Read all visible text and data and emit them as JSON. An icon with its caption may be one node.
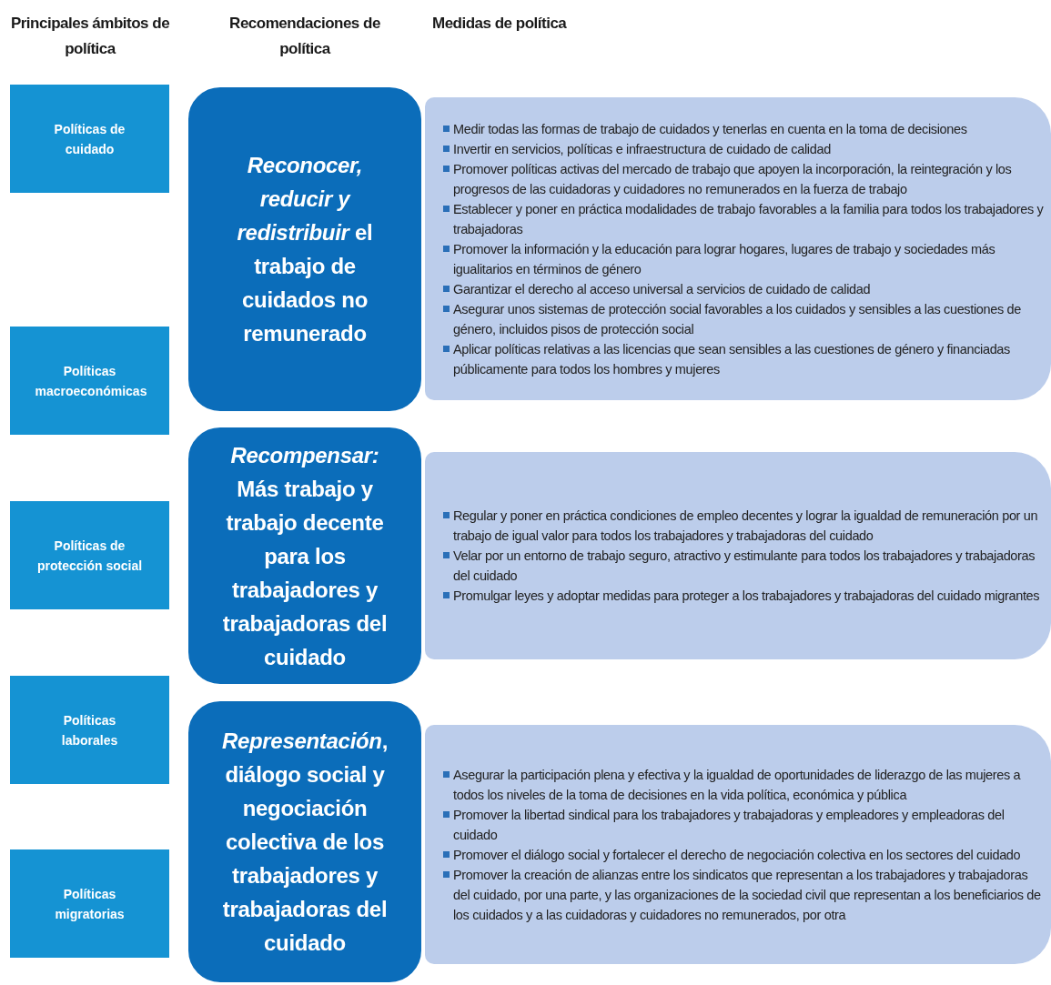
{
  "diagram": {
    "nodes": [
      {
        "text": [
          "Políticas de cuidado"
        ]
      },
      {
        "text": [
          "Políticas macroeconómicas"
        ]
      },
      {
        "text": [
          "Políticas de protección social"
        ]
      },
      {
        "text": [
          "Políticas laborales"
        ]
      },
      {
        "text": [
          "Políticas migratorias"
        ]
      },
      {
        "text": [
          "*Reconocer, reducir y redistribuir* el trabajo de cuidados no remunerado"
        ]
      },
      {
        "text": [
          "*Recompensar:* Más trabajo y trabajo decente para los trabajadores y trabajadoras del cuidado"
        ]
      },
      {
        "text": [
          "*Representación*, diálogo social y negociación colectiva de los trabajadores y trabajadoras del cuidado"
        ]
      },
      {
        "text": [
          "Medir todas las formas de trabajo de cuidados y tenerlas en cuenta en la toma de decisiones",
          "Invertir en servicios, políticas e infraestructura de cuidado de calidad",
          "Promover políticas activas del mercado de trabajo que apoyen la incorporación, la reintegración y los progresos de las cuidadoras y cuidadores no remunerados en la fuerza de trabajo",
          "Establecer y poner en práctica modalidades de trabajo favorables a la familia para todos los trabajadores y trabajadoras",
          "Promover la información y la educación para lograr hogares, lugares de trabajo y sociedades más igualitarios en términos de género",
          "Garantizar el derecho al acceso universal a servicios de cuidado de calidad",
          "Asegurar unos sistemas de protección social favorables a los cuidados y sensibles a las cuestiones de género, incluidos pisos de protección social",
          "Aplicar políticas relativas a las licencias que sean sensibles a las cuestiones de género y financiadas públicamente para todos los hombres y mujeres"
        ]
      },
      {
        "text": [
          "Regular y poner en práctica condiciones de empleo decentes y lograr la igualdad de remuneración por un trabajo de igual valor para todos los trabajadores y trabajadoras del cuidado",
          "Velar por un entorno de trabajo seguro, atractivo y estimulante para todos los trabajadores y trabajadoras del cuidado",
          "Promulgar leyes y adoptar medidas para proteger a los trabajadores y trabajadoras del cuidado migrantes"
        ]
      },
      {
        "text": [
          "Asegurar la participación plena y efectiva y la igualdad de oportunidades de liderazgo de las mujeres a todos los niveles de la toma de decisiones en la vida política, económica y pública",
          "Promover la libertad sindical para los trabajadores y trabajadoras y empleadores y empleadoras del cuidado",
          "Promover el diálogo social y fortalecer el derecho de negociación colectiva en los sectores del cuidado",
          "Promover la creación de alianzas entre los sindicatos que representan a los trabajadores y trabajadoras del cuidado, por una parte, y las organizaciones de la sociedad civil que representan a los beneficiarios de los cuidados y a las cuidadoras y cuidadores no remunerados, por otra"
        ]
      }
    ],
    "edges": [],
    "labels": [
      "Principales ámbitos de política",
      "Recomendaciones de política",
      "Medidas de política"
    ]
  }
}
